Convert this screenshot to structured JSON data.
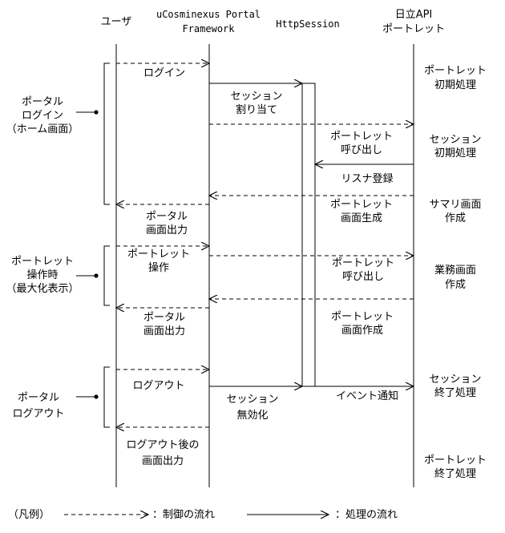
{
  "headers": {
    "user": "ユーザ",
    "portal_fw_line1": "uCosminexus Portal",
    "portal_fw_line2": "Framework",
    "http_session": "HttpSession",
    "api_portlet_line1": "日立API",
    "api_portlet_line2": "ポートレット"
  },
  "phases": {
    "portal_login": [
      "ポータル",
      "ログイン",
      "（ホーム画面）"
    ],
    "portlet_operation": [
      "ポートレット",
      "操作時",
      "（最大化表示）"
    ],
    "portal_logout": [
      "ポータル",
      "ログアウト"
    ]
  },
  "messages": {
    "login": "ログイン",
    "session_assign": [
      "セッション",
      "割り当て"
    ],
    "portlet_call_1": [
      "ポートレット",
      "呼び出し"
    ],
    "listener_register": "リスナ登録",
    "portlet_screen_generate": [
      "ポートレット",
      "画面生成"
    ],
    "portal_screen_output_1": [
      "ポータル",
      "画面出力"
    ],
    "portlet_operation": [
      "ポートレット",
      "操作"
    ],
    "portlet_call_2": [
      "ポートレット",
      "呼び出し"
    ],
    "portal_screen_output_2": [
      "ポータル",
      "画面出力"
    ],
    "portlet_screen_create": [
      "ポートレット",
      "画面作成"
    ],
    "logout": "ログアウト",
    "session_invalidate": [
      "セッション",
      "無効化"
    ],
    "event_notify": "イベント通知",
    "logout_screen_output": [
      "ログアウト後の",
      "画面出力"
    ]
  },
  "portlet_actions": {
    "portlet_init": [
      "ポートレット",
      "初期処理"
    ],
    "session_init": [
      "セッション",
      "初期処理"
    ],
    "summary_screen": [
      "サマリ画面",
      "作成"
    ],
    "business_screen": [
      "業務画面",
      "作成"
    ],
    "session_end": [
      "セッション",
      "終了処理"
    ],
    "portlet_end": [
      "ポートレット",
      "終了処理"
    ]
  },
  "legend": {
    "label": "（凡例）",
    "control_flow": "：制御の流れ",
    "process_flow": "：処理の流れ"
  }
}
